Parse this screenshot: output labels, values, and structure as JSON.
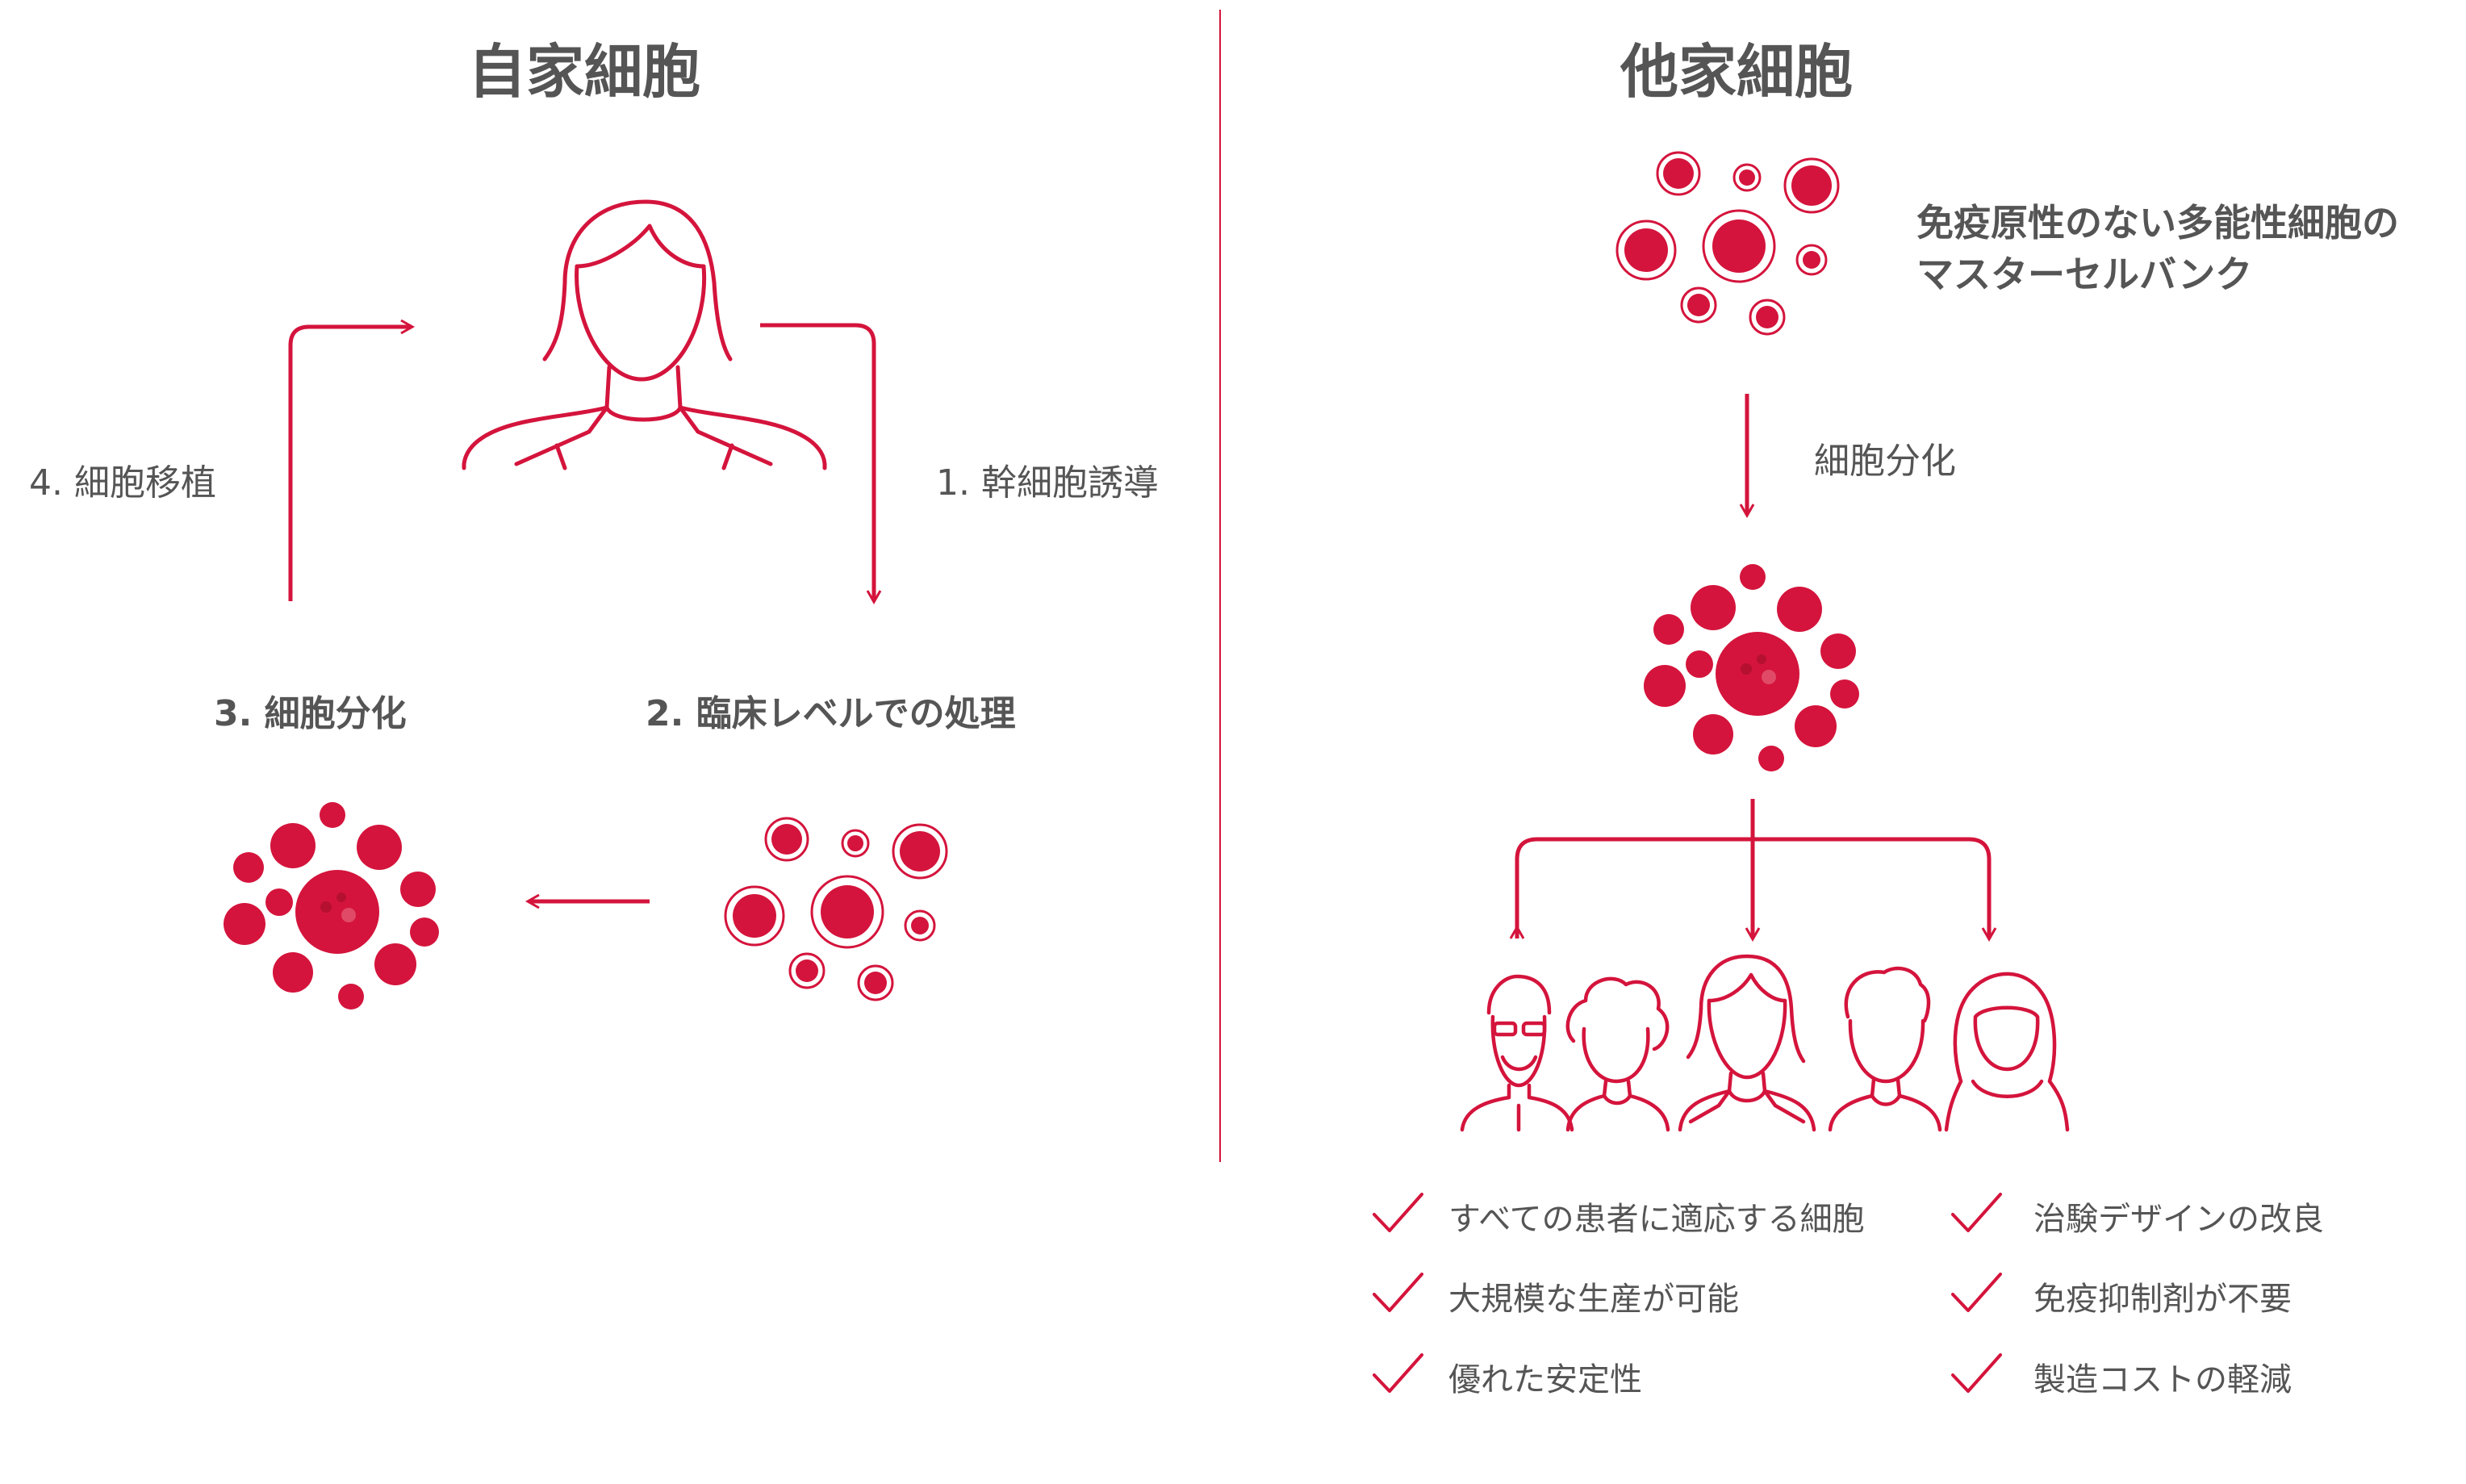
{
  "colors": {
    "accent": "#d4143c",
    "text": "#555555",
    "divider": "#d4143c"
  },
  "autologous": {
    "title": "自家細胞",
    "step1": "1. 幹細胞誘導",
    "step2": "2. 臨床レベルでの処理",
    "step3": "3. 細胞分化",
    "step4": "4. 細胞移植",
    "icons": [
      "woman-patient-icon",
      "stem-cell-cluster-icon",
      "differentiated-cell-cluster-icon"
    ]
  },
  "allogeneic": {
    "title": "他家細胞",
    "bank_line1": "免疫原性のない多能性細胞の",
    "bank_line2": "マスターセルバンク",
    "differentiation": "細胞分化",
    "icons": [
      "stem-cell-bank-icon",
      "differentiated-cell-cluster-icon",
      "patient-group-icon"
    ],
    "benefits_left": [
      "すべての患者に適応する細胞",
      "大規模な生産が可能",
      "優れた安定性"
    ],
    "benefits_right": [
      "治験デザインの改良",
      "免疫抑制剤が不要",
      "製造コストの軽減"
    ]
  }
}
